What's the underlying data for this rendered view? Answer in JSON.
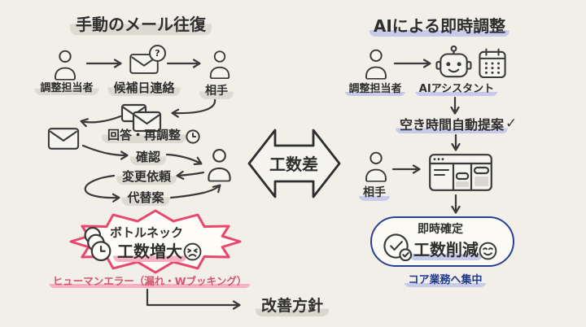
{
  "left": {
    "title": "手動のメール往復",
    "actor_coordinator": "調整担当者",
    "step_candidate_dates": "候補日連絡",
    "actor_counterpart": "相手",
    "step_reply_readjust": "回答・再調整",
    "step_confirm": "確認",
    "step_change_request": "変更依頼",
    "step_alternative": "代替案",
    "burst_line1": "ボトルネック",
    "burst_line2": "工数増大",
    "caption": "ヒューマンエラー（漏れ・Wブッキング）"
  },
  "center": {
    "gap_label": "工数差"
  },
  "right": {
    "title": "AIによる即時調整",
    "actor_coordinator": "調整担当者",
    "assistant_label": "AIアシスタント",
    "step_auto_propose": "空き時間自動提案",
    "actor_counterpart": "相手",
    "result_line1": "即時確定",
    "result_line2": "工数削減",
    "caption": "コア業務へ集中"
  },
  "footer": {
    "label": "改善方針"
  },
  "glyphs": {
    "question_mark": "?",
    "check_mark": "✓"
  },
  "icons": [
    "person-icon",
    "mail-icon",
    "mail-question-icon",
    "mail-stack-icon",
    "clock-icon",
    "clock-stack-icon",
    "angry-face-icon",
    "robot-icon",
    "calendar-icon",
    "browser-window-icon",
    "clock-check-icon",
    "smiley-face-icon"
  ],
  "colors": {
    "background": "#f1efe8",
    "ink": "#3a3a3a",
    "gray_highlight": "#dcdad1",
    "periwinkle_highlight": "#c7cbe9",
    "pink_highlight": "#f6b0c2",
    "burst_outline": "#e8486d",
    "error_red": "#d8526d",
    "capsule_navy": "#2b3f96",
    "navy_text": "#1d3a8f"
  }
}
